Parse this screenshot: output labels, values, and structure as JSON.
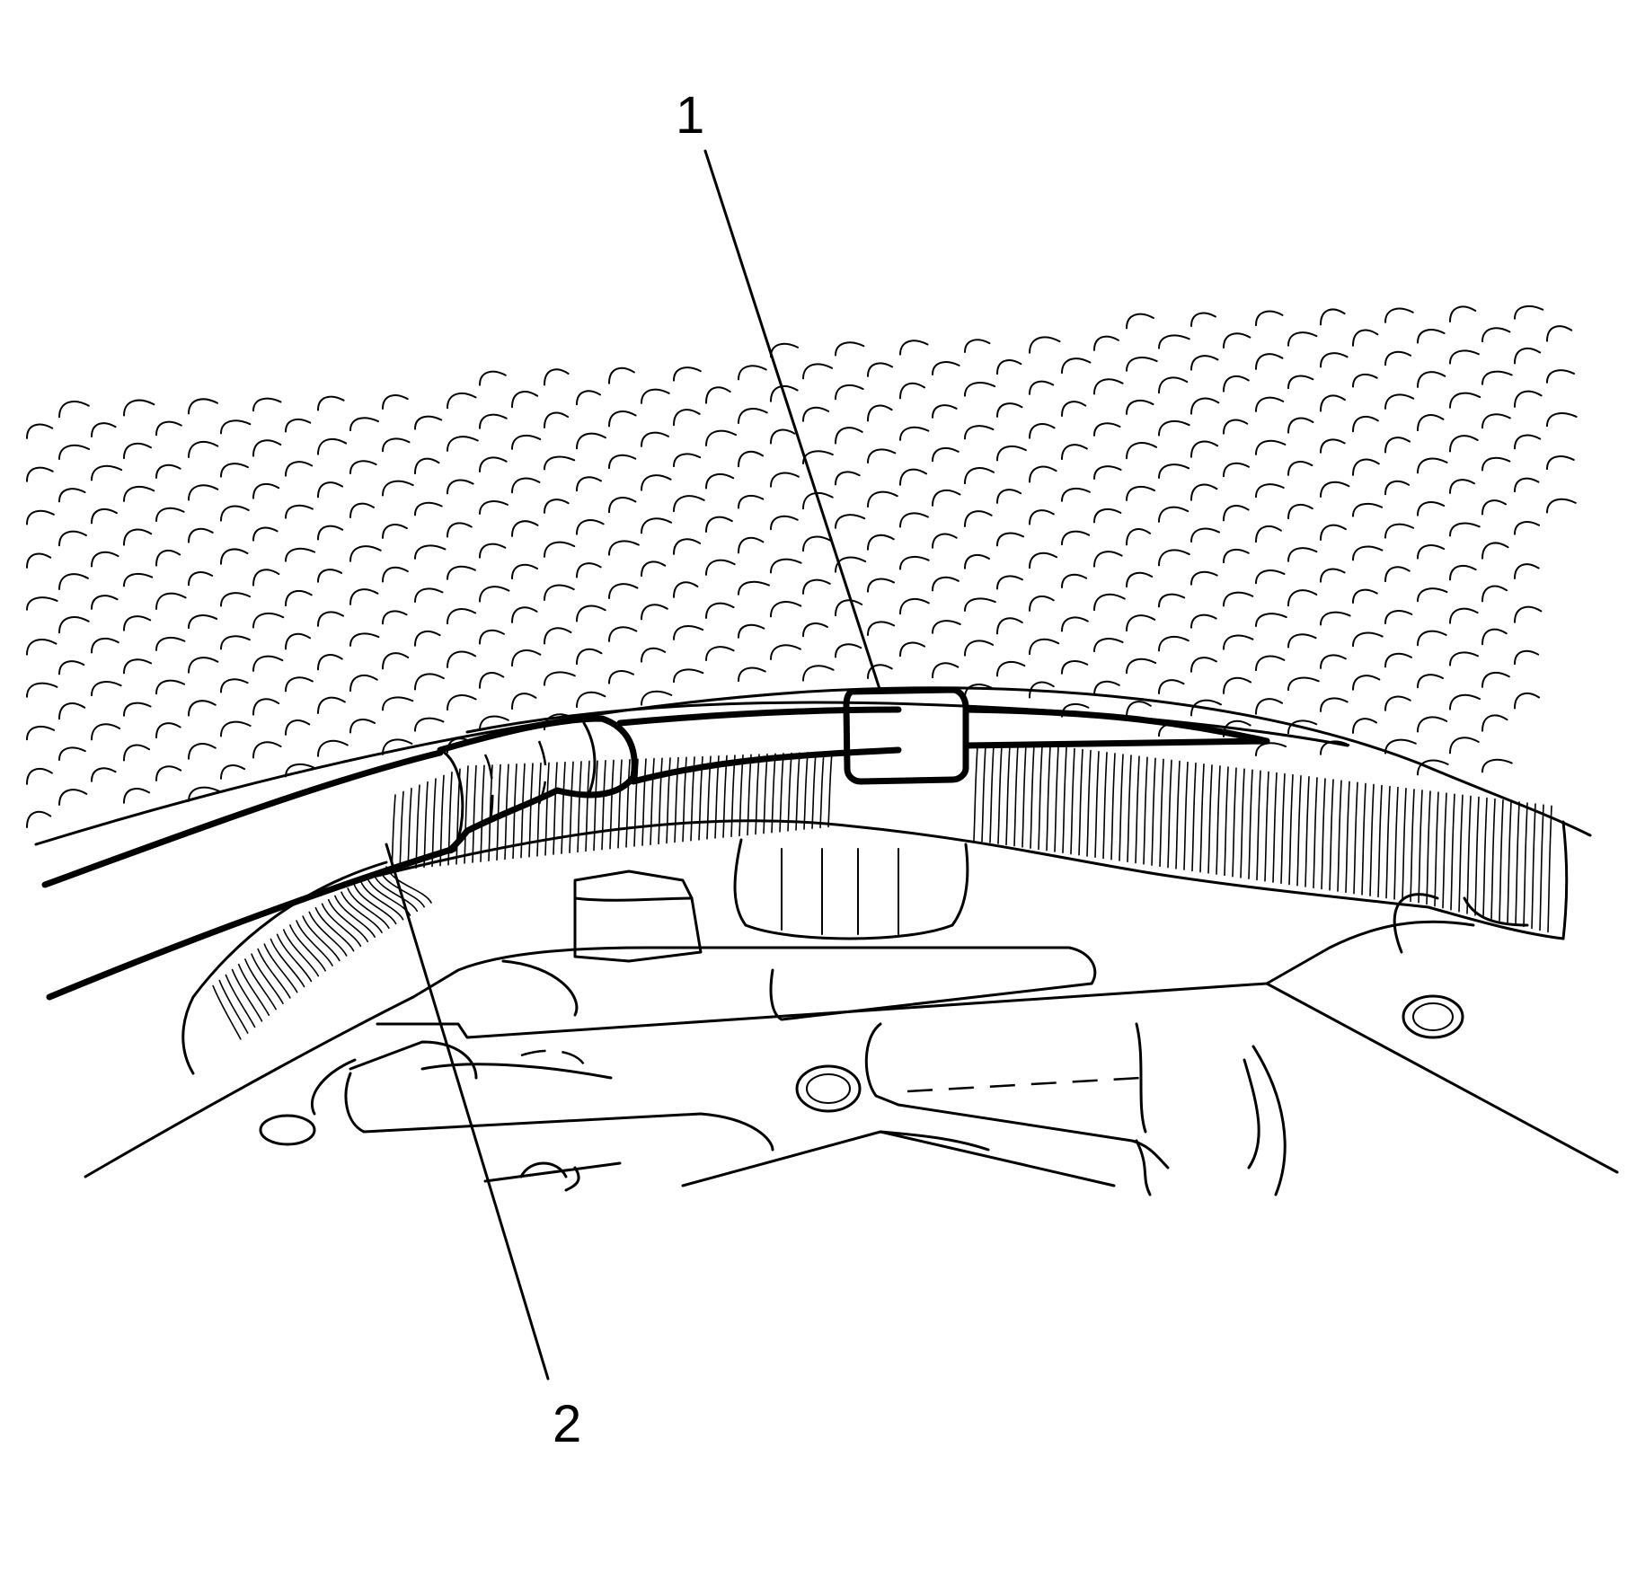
{
  "callouts": [
    {
      "id": "1",
      "label": "1"
    },
    {
      "id": "2",
      "label": "2"
    }
  ],
  "colors": {
    "ink": "#000000",
    "paper": "#ffffff"
  }
}
